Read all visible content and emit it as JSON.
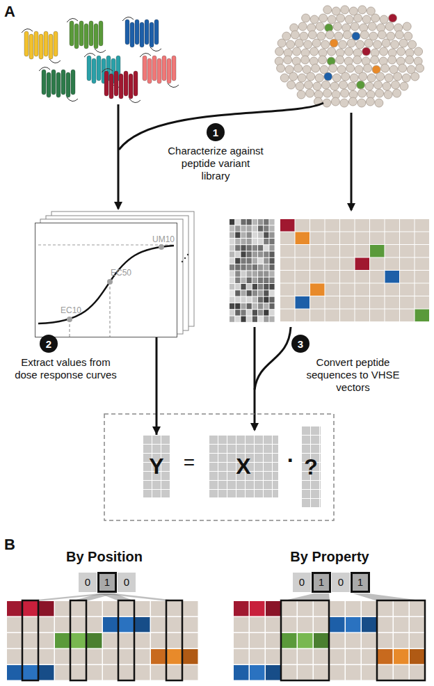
{
  "diagram": {
    "nodes": [
      {
        "text": [
          "1"
        ]
      },
      {
        "text": [
          "UM10",
          "EC50",
          "EC10"
        ]
      },
      {
        "text": [
          "2"
        ]
      },
      {
        "text": [
          "3"
        ]
      },
      {
        "text": [
          "Y"
        ]
      },
      {
        "text": [
          "X"
        ]
      },
      {
        "text": [
          "?"
        ]
      }
    ],
    "edges": [
      {
        "from": 1,
        "to": 4,
        "arrow": "to"
      }
    ],
    "labels": [
      "A",
      "Characterize against peptide variant library",
      "Extract values from dose response curves",
      "Convert peptide sequences to VHSE vectors",
      "=",
      "·",
      "B",
      "By Position",
      "0",
      "1",
      "0",
      "By Property",
      "0",
      "1",
      "0",
      "1"
    ]
  }
}
